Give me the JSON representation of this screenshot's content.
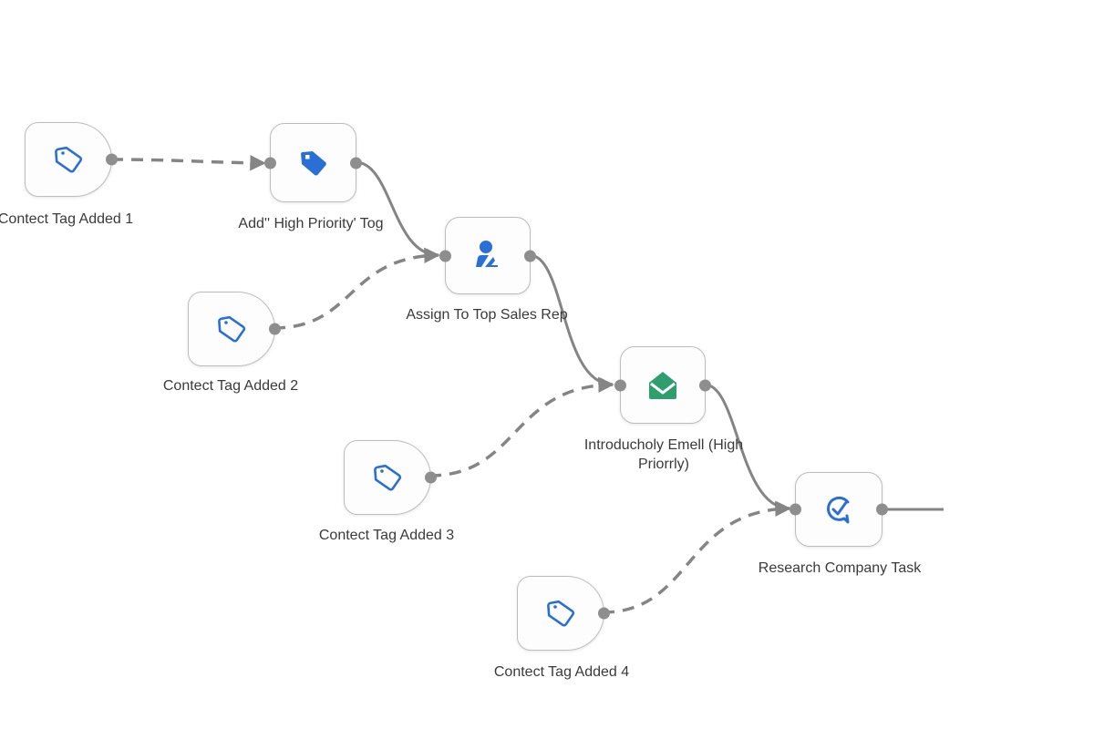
{
  "colors": {
    "edge": "#858585",
    "port": "#8e8e8e",
    "icon_blue": "#2a6fd6",
    "icon_green": "#2e9e6e",
    "label": "#3a3a3a"
  },
  "nodes": [
    {
      "id": "trigger-1",
      "type": "trigger",
      "icon": "tag-outline-icon",
      "label": "Contect Tag Added 1"
    },
    {
      "id": "action-add-tag",
      "type": "action",
      "icon": "tag-filled-icon",
      "label": "Add'' High Priority' Tog"
    },
    {
      "id": "trigger-2",
      "type": "trigger",
      "icon": "tag-outline-icon",
      "label": "Contect Tag Added 2"
    },
    {
      "id": "action-assign",
      "type": "action",
      "icon": "assign-user-icon",
      "label": "Assign To Top Sales Rep"
    },
    {
      "id": "trigger-3",
      "type": "trigger",
      "icon": "tag-outline-icon",
      "label": "Contect Tag Added 3"
    },
    {
      "id": "action-email",
      "type": "action",
      "icon": "email-open-icon",
      "label": "Introducholy Emell (High Priorrly)"
    },
    {
      "id": "trigger-4",
      "type": "trigger",
      "icon": "tag-outline-icon",
      "label": "Contect Tag Added 4"
    },
    {
      "id": "action-task",
      "type": "action",
      "icon": "task-check-icon",
      "label": "Research Company Task"
    }
  ],
  "edges": [
    {
      "from": "trigger-1",
      "to": "action-add-tag",
      "style": "dashed"
    },
    {
      "from": "action-add-tag",
      "to": "action-assign",
      "style": "solid"
    },
    {
      "from": "trigger-2",
      "to": "action-assign",
      "style": "dashed"
    },
    {
      "from": "action-assign",
      "to": "action-email",
      "style": "solid"
    },
    {
      "from": "trigger-3",
      "to": "action-email",
      "style": "dashed"
    },
    {
      "from": "action-email",
      "to": "action-task",
      "style": "solid"
    },
    {
      "from": "trigger-4",
      "to": "action-task",
      "style": "dashed"
    },
    {
      "from": "action-task",
      "to": "",
      "style": "solid"
    }
  ]
}
